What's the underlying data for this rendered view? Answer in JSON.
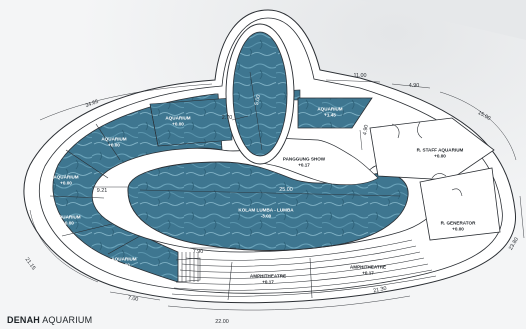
{
  "caption": {
    "bold": "DENAH",
    "rest": " AQUARIUM"
  },
  "rooms": {
    "aquarium_top": {
      "name": "AQUARIUM",
      "level": "+0.00"
    },
    "aquarium_left_upper": {
      "name": "AQUARIUM",
      "level": "+0.00"
    },
    "aquarium_left_mid": {
      "name": "AQUARIUM",
      "level": "+0.00"
    },
    "aquarium_left_lower": {
      "name": "AQUARIUM",
      "level": "+0.00"
    },
    "aquarium_bottom_left": {
      "name": "AQUARIUM",
      "level": "+0.00"
    },
    "aquarium_right": {
      "name": "AQUARIUM",
      "level": "+1.45"
    },
    "stage": {
      "name": "PANGGUNG SHOW",
      "level": "+0.17"
    },
    "staff": {
      "name": "R. STAFF AQUARIUM",
      "level": "+0.00"
    },
    "generator": {
      "name": "R. GENERATOR",
      "level": "+0.00"
    },
    "pool": {
      "name": "KOLAM LUMBA - LUMBA",
      "level": "-3.00"
    },
    "amphi_left": {
      "name": "AMPHITHEATRE",
      "level": "+0.17"
    },
    "amphi_right": {
      "name": "AMPHITHEATRE",
      "level": "+0.17"
    }
  },
  "dimensions": {
    "d_top_left": "34.65",
    "d_top_mid": "11.00",
    "d_top_right1": "4.90",
    "d_top_right2": "15.00",
    "d_right": "23.80",
    "d_bottom_right": "21.30",
    "d_bottom": "22.00",
    "d_bottom_left": "7.00",
    "d_left": "21.15",
    "d_tower_top": "2.70",
    "d_tower_len": "5.00",
    "d_pool_left": "9.21",
    "d_pool_len": "25.00",
    "d_corridor": "4.90",
    "d_stair": "7.90"
  },
  "colors": {
    "water": "#3f7790",
    "water_light": "#7fb0c4",
    "line": "#2a2e33",
    "floor": "#ffffff"
  }
}
